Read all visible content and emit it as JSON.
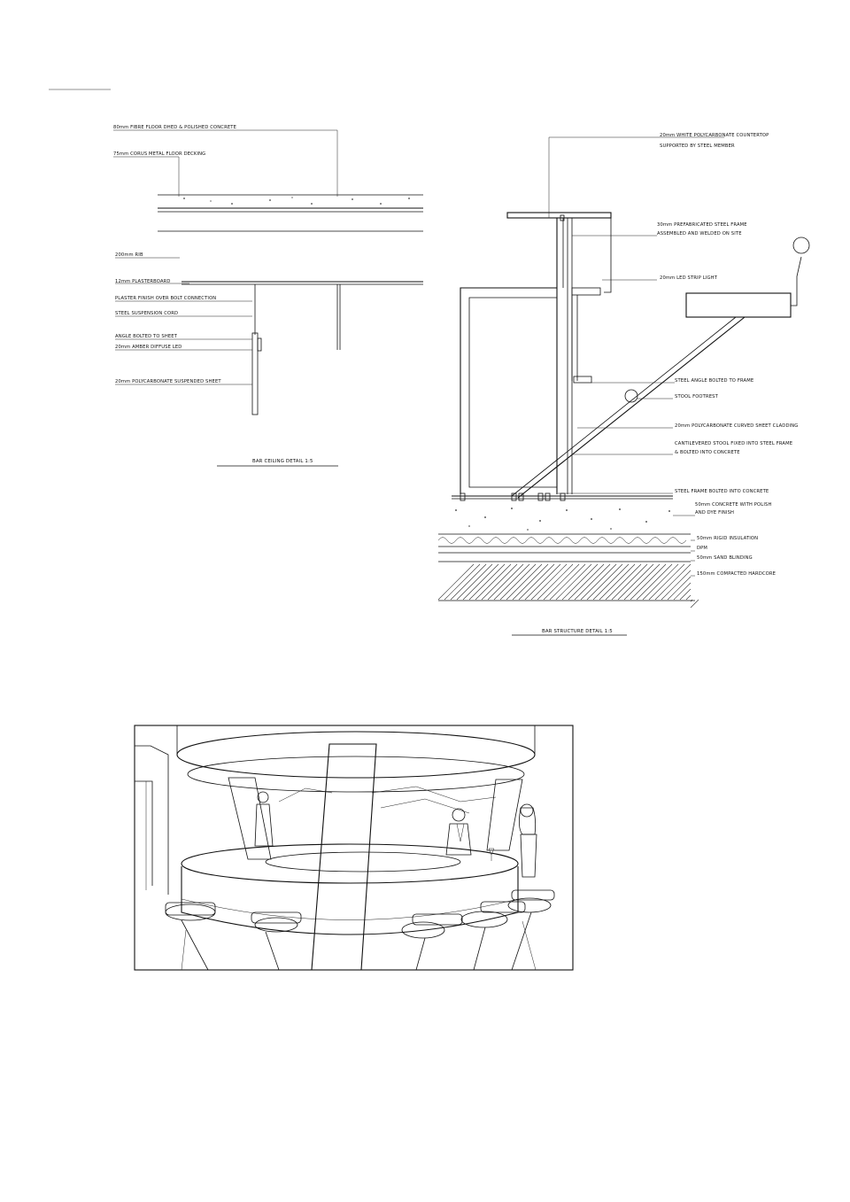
{
  "ceiling_detail": {
    "title": "BAR CEILING DETAIL 1:5",
    "labels": [
      "80mm FIBRE FLOOR DHED & POLISHED CONCRETE",
      "75mm CORUS METAL FLOOR DECKING",
      "200mm RIB",
      "12mm PLASTERBOARD",
      "PLASTER FINISH OVER BOLT CONNECTION",
      "STEEL SUSPENSION CORD",
      "ANGLE BOLTED TO SHEET",
      "20mm AMBER DIFFUSE LED",
      "20mm POLYCARBONATE SUSPENDED SHEET"
    ]
  },
  "structure_detail": {
    "title": "BAR STRUCTURE DETAIL 1:5",
    "labels": [
      "20mm WHITE POLYCARBONATE COUNTERTOP",
      "SUPPORTED BY STEEL MEMBER",
      "30mm PREFABRICATED STEEL FRAME",
      "ASSEMBLED AND WELDED ON SITE",
      "20mm LED STRIP LIGHT",
      "STEEL ANGLE BOLTED TO FRAME",
      "STOOL FOOTREST",
      "20mm POLYCARBONATE CURVED SHEET CLADDING",
      "CANTILEVERED STOOL FIXED INTO STEEL FRAME",
      "& BOLTED INTO CONCRETE",
      "STEEL FRAME BOLTED INTO CONCRETE",
      "50mm CONCRETE WITH POLISH",
      "AND DYE FINISH",
      "50mm RIGID INSULATION",
      "DPM",
      "50mm SAND BLINDING",
      "150mm COMPACTED HARDCORE"
    ]
  },
  "perspective": {
    "scene": "bar perspective sketch"
  }
}
